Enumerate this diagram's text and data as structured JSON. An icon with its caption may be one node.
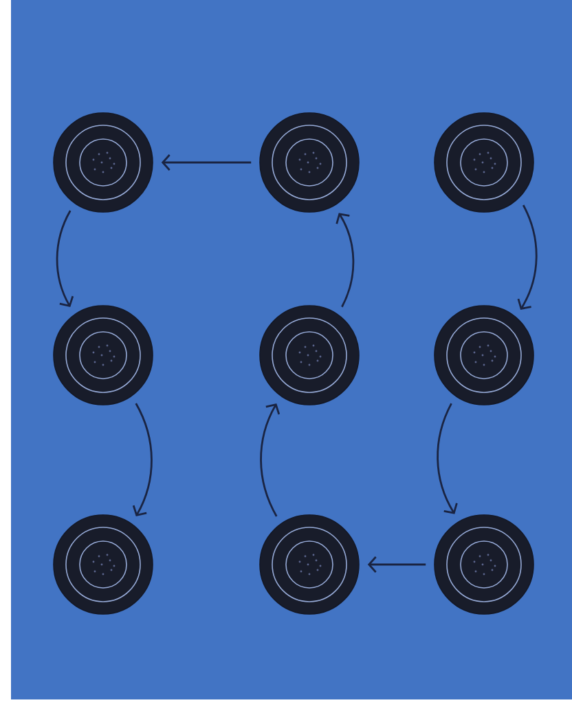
{
  "diagram": {
    "nodes": [
      {
        "text": [],
        "shape": "circle"
      },
      {
        "text": [],
        "shape": "circle"
      },
      {
        "text": [],
        "shape": "circle"
      },
      {
        "text": [],
        "shape": "circle"
      },
      {
        "text": [],
        "shape": "circle"
      },
      {
        "text": [],
        "shape": "circle"
      },
      {
        "text": [],
        "shape": "circle"
      },
      {
        "text": [],
        "shape": "circle"
      },
      {
        "text": [],
        "shape": "circle"
      }
    ],
    "edges": [
      {
        "from": 2,
        "to": 5,
        "arrow": "to"
      },
      {
        "from": 5,
        "to": 8,
        "arrow": "to"
      },
      {
        "from": 8,
        "to": 7,
        "arrow": "to"
      },
      {
        "from": 7,
        "to": 4,
        "arrow": "to"
      },
      {
        "from": 4,
        "to": 1,
        "arrow": "to"
      },
      {
        "from": 1,
        "to": 0,
        "arrow": "to"
      },
      {
        "from": 0,
        "to": 3,
        "arrow": "to"
      },
      {
        "from": 3,
        "to": 6,
        "arrow": "to"
      }
    ]
  }
}
